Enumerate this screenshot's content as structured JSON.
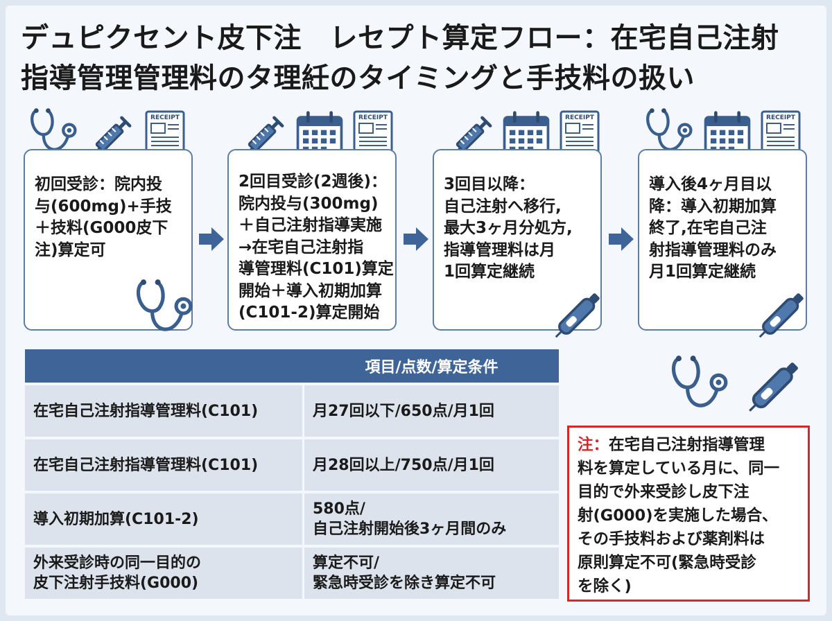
{
  "title": {
    "line1": "デュピクセント皮下注　レセプト算定フロー：在宅自己注射",
    "line2": "指導管理管理料のタ理紝のタイミングと手技料の扱い"
  },
  "receipt_label": "RECEIPT",
  "steps": [
    {
      "lines": [
        "初回受診：院内投",
        "与(600mg)+手技",
        "＋技料(G000皮下",
        "注)算定可"
      ]
    },
    {
      "lines": [
        "2回目受診(2週後)：",
        "院内投与(300mg)",
        "＋自己注射指導実施",
        "→在宅自己注射指",
        "導管理料(C101)算定",
        "開始＋導入初期加算",
        "(C101-2)算定開始"
      ]
    },
    {
      "lines": [
        "3回目以降：",
        "自己注射へ移行,",
        "最大3ヶ月分処方,",
        "指導管理料は月",
        "1回算定継続"
      ]
    },
    {
      "lines": [
        "導入後4ヶ月目以",
        "降：導入初期加算",
        "終了,在宅自己注",
        "射指導管理料のみ",
        "月1回算定継続"
      ]
    }
  ],
  "table": {
    "header": [
      "",
      "項目/点数/算定条件"
    ],
    "rows": [
      {
        "item": [
          "在宅自己注射指導管理料(C101)"
        ],
        "detail": [
          "月27回以下/650点/月1回"
        ]
      },
      {
        "item": [
          "在宅自己注射指導管理料(C101)"
        ],
        "detail": [
          "月28回以上/750点/月1回"
        ]
      },
      {
        "item": [
          "導入初期加算(C101-2)"
        ],
        "detail": [
          "580点/",
          "自己注射開始後3ヶ月間のみ"
        ]
      },
      {
        "item": [
          "外来受診時の同一目的の",
          "皮下注射手技料(G000)"
        ],
        "detail": [
          "算定不可/",
          "緊急時受診を除き算定不可"
        ]
      }
    ]
  },
  "note": {
    "label": "注：",
    "line1": "在宅自己注射指導管理",
    "lines": [
      "料を算定している月に、同一",
      "目的で外来受診し皮下注",
      "射(G000)を実施した場合、",
      "その手技料および薬剤料は",
      "原則算定不可(緊急時受診",
      "を除く)"
    ]
  },
  "colors": {
    "accent": "#3f6598",
    "card_border": "#5d7c9f",
    "alert": "#d12a2a",
    "icon": "#3a5f8e"
  }
}
